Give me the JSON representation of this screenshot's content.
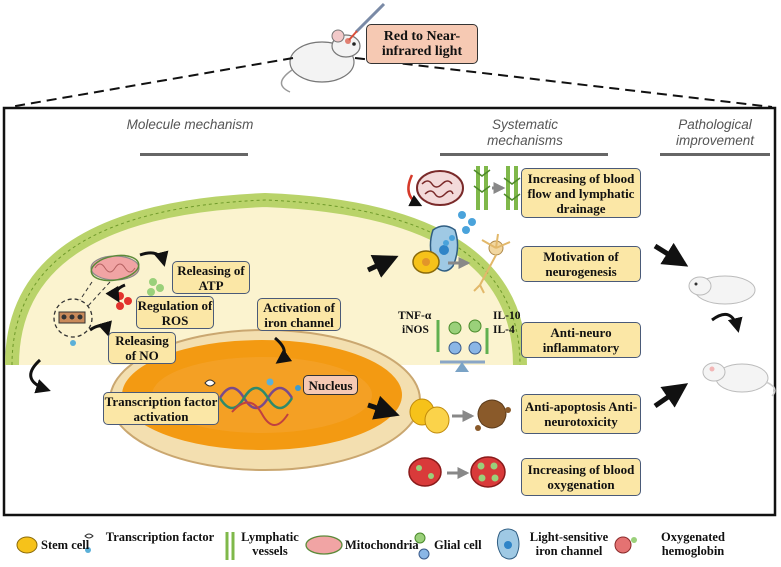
{
  "top_label": "Red to Near-infrared light",
  "headers": {
    "molecule": "Molecule mechanism",
    "systematic": "Systematic mechanisms",
    "pathological": "Pathological improvement"
  },
  "molecular_boxes": {
    "atp": "Releasing of ATP",
    "ros": "Regulation of ROS",
    "iron": "Activation of iron channel",
    "no": "Releasing of NO",
    "transcription": "Transcription factor activation",
    "nucleus": "Nucleus"
  },
  "systematic_boxes": {
    "blood_flow": "Increasing of blood flow and lymphatic drainage",
    "neurogenesis": "Motivation of neurogenesis",
    "inflammatory": "Anti-neuro inflammatory",
    "apoptosis": "Anti-apoptosis Anti-neurotoxicity",
    "oxygenation": "Increasing of blood oxygenation"
  },
  "cytokines": {
    "tnf": "TNF-α",
    "inos": "iNOS",
    "il10": "IL-10",
    "il4": "IL-4"
  },
  "legend": {
    "stem_cell": "Stem cell",
    "transcription_factor": "Transcription factor",
    "lymphatic": "Lymphatic vessels",
    "mitochondria": "Mitochondria",
    "glial": "Glial cell",
    "iron_channel": "Light-sensitive iron channel",
    "hemoglobin": "Oxygenated hemoglobin"
  },
  "colors": {
    "box_fill": "#fbe7a6",
    "label_fill": "#f6c9b3",
    "light": "#d94f3a",
    "cytoplasm": "#fbf3cf",
    "nucleus": "#f39a12"
  }
}
